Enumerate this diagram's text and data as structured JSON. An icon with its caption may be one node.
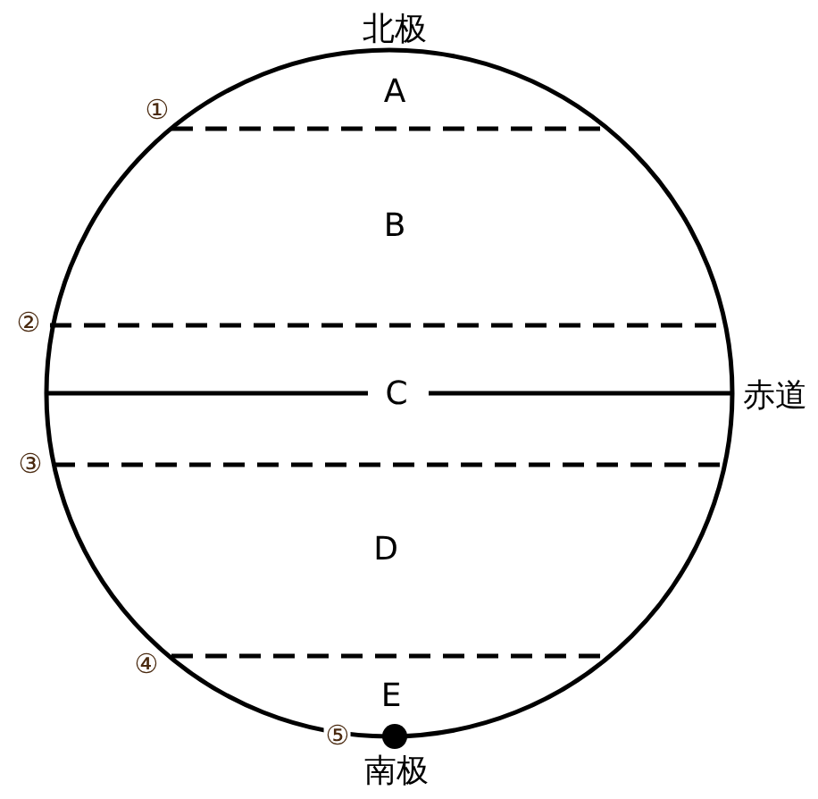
{
  "diagram": {
    "labels": [
      "北极",
      "①",
      "A",
      "B",
      "②",
      "C",
      "赤道",
      "③",
      "D",
      "④",
      "E",
      "⑤",
      "南极"
    ]
  }
}
